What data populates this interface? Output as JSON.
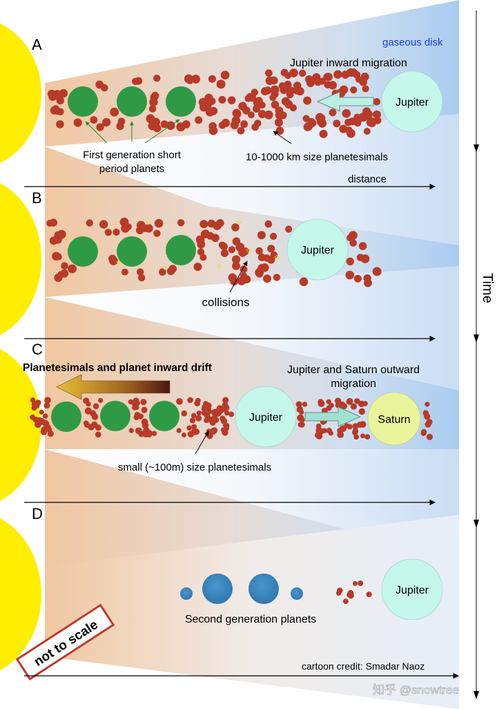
{
  "panels": [
    {
      "letter": "A",
      "gas_label": "gaseous disk",
      "migration_label": "Jupiter inward migration",
      "planet_label": "Jupiter",
      "first_gen_label_1": "First generation short",
      "first_gen_label_2": "period planets",
      "planetesimal_label": "10-1000 km size planetesimals",
      "axis_label": "distance"
    },
    {
      "letter": "B",
      "planet_label": "Jupiter",
      "collisions_label": "collisions"
    },
    {
      "letter": "C",
      "drift_label": "Planetesimals and planet inward drift",
      "outward_label_1": "Jupiter and Saturn outward",
      "outward_label_2": "migration",
      "planet_label_1": "Jupiter",
      "planet_label_2": "Saturn",
      "small_label": "small (~100m) size planetesimals"
    },
    {
      "letter": "D",
      "planet_label": "Jupiter",
      "second_gen_label": "Second generation planets",
      "not_to_scale": "not to scale",
      "credit": "cartoon credit: Smadar Naoz"
    }
  ],
  "time_label": "Time",
  "watermark": "知乎 @snowtree",
  "colors": {
    "star": "#ffee00",
    "planetesimal": "#b83a28",
    "first_gen_planet": "#2e9a45",
    "second_gen_planet": "#3a86bd",
    "jupiter": "#c5f7ea",
    "saturn": "#e9f59b",
    "disk_blue": "#a9ccf1",
    "disk_peach": "#f1c7a1",
    "label_blue": "#1d3fd0"
  }
}
